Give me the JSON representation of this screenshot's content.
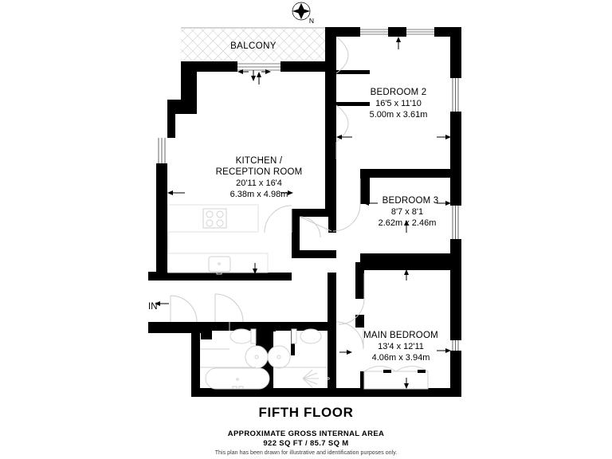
{
  "plan": {
    "compass": {
      "label": "N",
      "icon": "compass-rose-icon"
    },
    "entrance": {
      "label": "IN"
    },
    "balcony": {
      "label": "BALCONY"
    },
    "rooms": [
      {
        "id": "kitchen-reception",
        "name": "KITCHEN /",
        "name2": "RECEPTION ROOM",
        "imperial": "20'11 x 16'4",
        "metric": "6.38m x 4.98m"
      },
      {
        "id": "bedroom-2",
        "name": "BEDROOM 2",
        "imperial": "16'5 x 11'10",
        "metric": "5.00m x 3.61m"
      },
      {
        "id": "bedroom-3",
        "name": "BEDROOM 3",
        "imperial": "8'7 x 8'1",
        "metric": "2.62m x 2.46m"
      },
      {
        "id": "main-bedroom",
        "name": "MAIN BEDROOM",
        "imperial": "13'4 x 12'11",
        "metric": "4.06m x 3.94m"
      }
    ]
  },
  "footer": {
    "floor_title": "FIFTH FLOOR",
    "area_label": "APPROXIMATE GROSS INTERNAL AREA",
    "area_value": "922 SQ FT / 85.7 SQ M",
    "disclaimer": "This plan has been drawn for illustrative and identification purposes only."
  },
  "colors": {
    "wall": "#000000",
    "background": "#ffffff",
    "fixture_outline": "#d2d2d2",
    "door_arc": "#cccccc"
  }
}
